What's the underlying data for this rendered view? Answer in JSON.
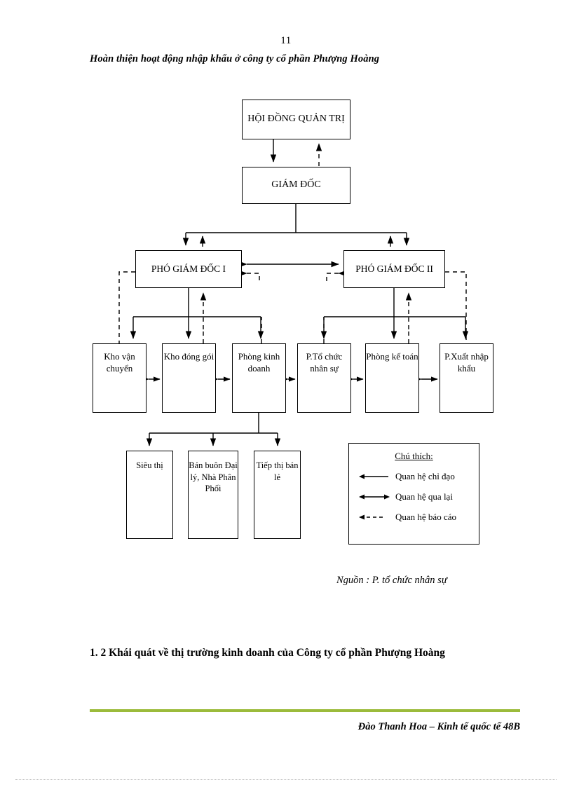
{
  "header": {
    "page_number": "11",
    "title": "Hoàn thiện hoạt động nhập khẩu ở công ty cổ phần Phượng Hoàng"
  },
  "org_chart": {
    "board": "HỘI ĐỒNG QUẢN TRỊ",
    "director": "GIÁM ĐỐC",
    "deputy_1": "PHÓ GIÁM ĐỐC I",
    "deputy_2": "PHÓ GIÁM ĐỐC II",
    "departments": [
      "Kho vận chuyển",
      "Kho đóng gói",
      "Phòng kinh doanh",
      "P.Tổ chức nhân sự",
      "Phòng kế toán",
      "P.Xuất nhập khẩu"
    ],
    "sales_channels": [
      "Siêu thị",
      "Bán buôn Đại lý, Nhà Phân Phối",
      "Tiếp thị bán lẻ"
    ],
    "legend": {
      "title": "Chú thích:",
      "items": [
        {
          "glyph": "single-arrow-left-icon",
          "label": "Quan hệ chỉ đạo"
        },
        {
          "glyph": "double-arrow-icon",
          "label": "Quan hệ qua lại"
        },
        {
          "glyph": "dashed-arrow-left-icon",
          "label": "Quan hệ báo cáo"
        }
      ]
    }
  },
  "source_note": "Nguồn : P. tổ chức nhân sự",
  "section_heading": "1. 2 Khái quát về thị trường kinh doanh của Công ty cổ phần Phượng Hoàng",
  "footer": {
    "text": "Đào Thanh Hoa – Kinh tế quốc tế 48B",
    "rule_color": "#9bbb3b"
  }
}
